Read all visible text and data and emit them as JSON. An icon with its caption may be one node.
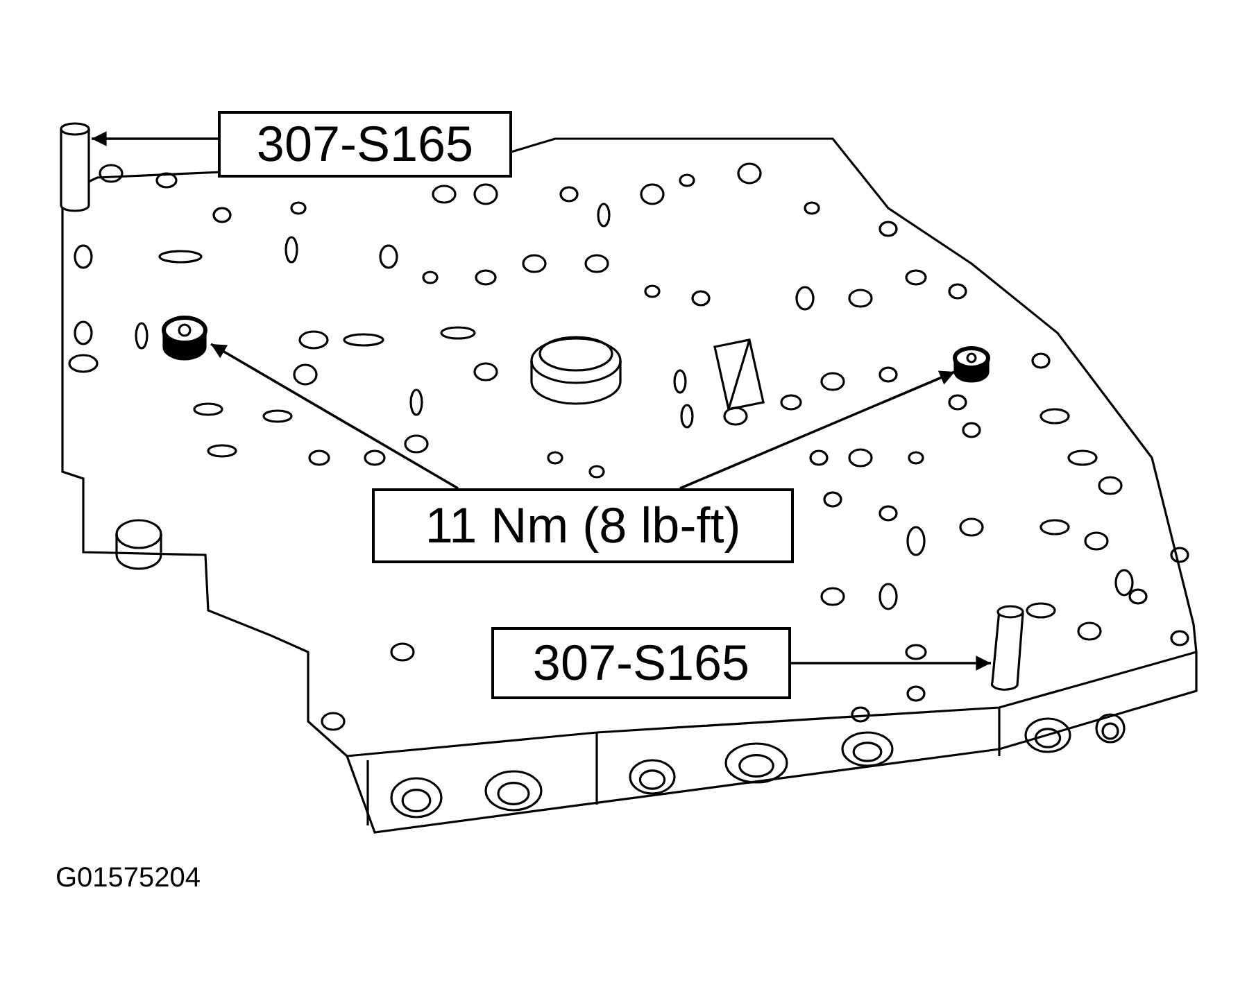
{
  "diagram": {
    "nodes": [
      {
        "text": [
          "307-S165"
        ]
      },
      {
        "text": [],
        "shape": "cylinder"
      },
      {
        "text": [
          "11 Nm (8 lb-ft)"
        ]
      },
      {
        "text": [],
        "shape": "cylinder"
      },
      {
        "text": [],
        "shape": "cylinder"
      },
      {
        "text": [
          "307-S165"
        ]
      },
      {
        "text": [],
        "shape": "cylinder"
      }
    ],
    "edges": [
      {
        "from": 0,
        "to": 1,
        "arrow": "to"
      },
      {
        "from": 2,
        "to": 3,
        "arrow": "to"
      },
      {
        "from": 2,
        "to": 4,
        "arrow": "to"
      },
      {
        "from": 5,
        "to": 6,
        "arrow": "to"
      }
    ],
    "labels": [
      "G01575204"
    ]
  }
}
